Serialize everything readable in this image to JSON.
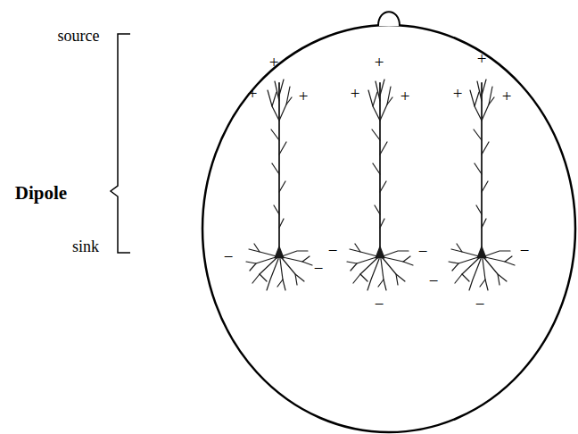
{
  "diagram": {
    "labels": [
      "source",
      "Dipole",
      "sink",
      "+",
      "+",
      "+",
      "+",
      "+",
      "+",
      "+",
      "+",
      "+",
      "−",
      "−",
      "−",
      "−",
      "−",
      "−",
      "−",
      "−"
    ]
  }
}
